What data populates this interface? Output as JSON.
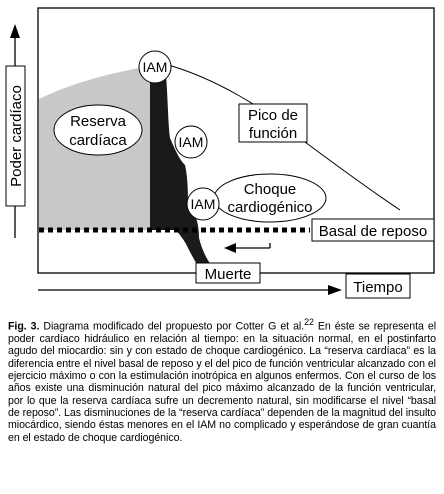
{
  "diagram": {
    "y_axis_label": "Poder cardíaco",
    "x_axis_label": "Tiempo",
    "labels": {
      "reserva": [
        "Reserva",
        "cardíaca"
      ],
      "pico": [
        "Pico de",
        "función"
      ],
      "choque": [
        "Choque",
        "cardiogénico"
      ],
      "basal": "Basal de reposo",
      "muerte": "Muerte",
      "iam_1": "IAM",
      "iam_2": "IAM",
      "iam_3": "IAM"
    },
    "colors": {
      "reserve_fill": "#c8c8c8",
      "dark_fill": "#1a1a1a",
      "line": "#000000"
    }
  },
  "caption": {
    "label": "Fig. 3.",
    "sup": "22",
    "text_before_sup": " Diagrama modificado del propuesto por Cotter G et al.",
    "text_after_sup": " En éste se representa el poder cardíaco hidráulico en relación al tiempo: en la situación normal, en el postinfarto agudo del miocardio: sin y con estado de choque cardiogénico. La “reserva cardíaca” es la diferencia entre el nivel basal de reposo y el del pico de función ventricular alcanzado con el ejercicio máximo o con la estimulación inotrópica en algunos enfermos. Con el curso de los años existe una disminución natural del pico máximo alcanzado de la función ventricular, por lo que la reserva cardíaca sufre un decremento natural, sin modificarse el nivel “basal de reposo”. Las disminuciones de la “reserva cardíaca” dependen de la magnitud del insulto miocárdico, siendo éstas menores en el IAM no complicado y esperándose de gran cuantía en el estado de choque cardiogénico."
  }
}
